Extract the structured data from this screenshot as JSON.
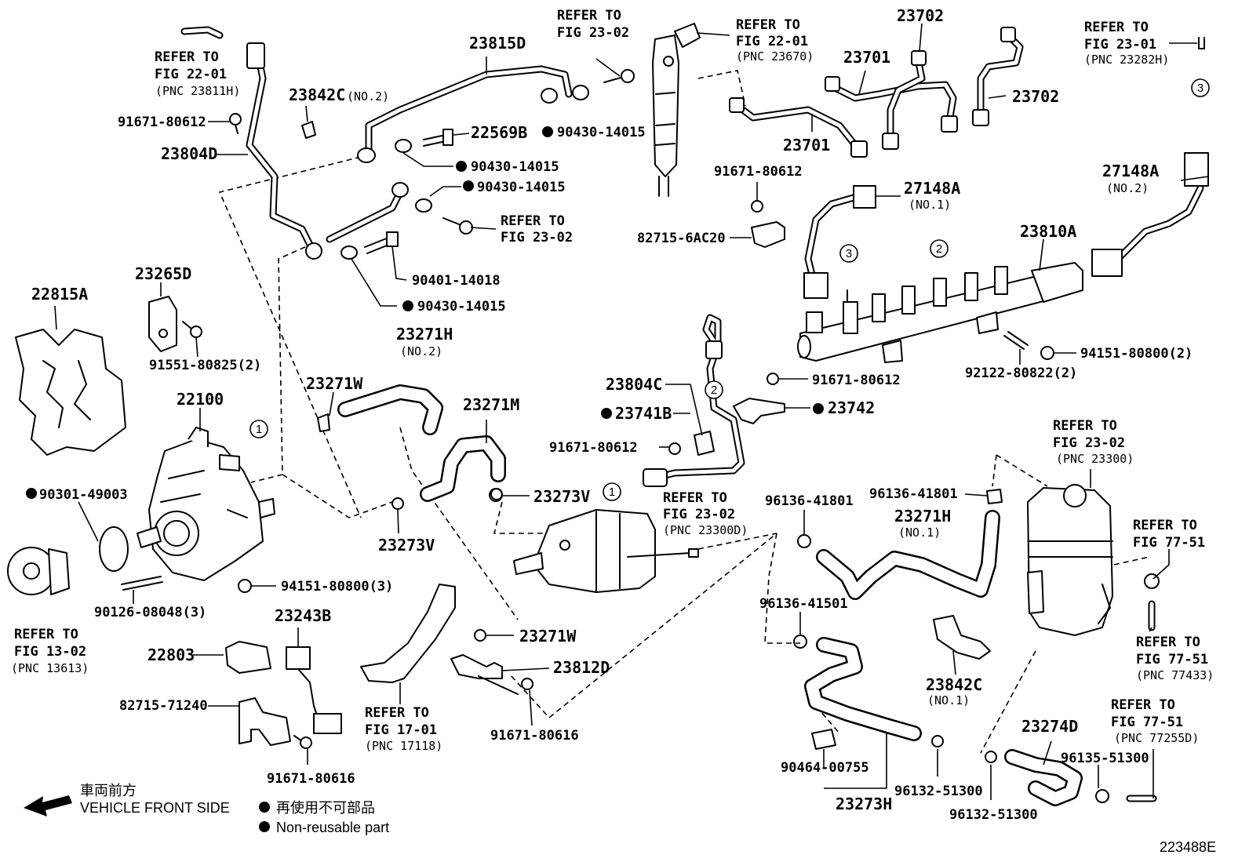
{
  "labels": {
    "l_22815A": "22815A",
    "l_23265D": "23265D",
    "l_91551": "91551-80825(2)",
    "l_22100": "22100",
    "l_90301": "90301-49003",
    "l_90126": "90126-08048(3)",
    "l_94151_3": "94151-80800(3)",
    "l_refer_1302_a": "REFER TO",
    "l_refer_1302_b": "FIG 13-02",
    "l_refer_1302_c": "(PNC 13613)",
    "l_22803": "22803",
    "l_23243B": "23243B",
    "l_82715_71240": "82715-71240",
    "l_91671_80616_a": "91671-80616",
    "l_refer_2201_a": "REFER TO",
    "l_refer_2201_b": "FIG 22-01",
    "l_refer_2201_c": "(PNC 23811H)",
    "l_91671_80612_a": "91671-80612",
    "l_23804D": "23804D",
    "l_23842C_no2": "23842C",
    "l_23842C_no2_s": "(NO.2)",
    "l_23815D": "23815D",
    "l_refer_2302_top_a": "REFER TO",
    "l_refer_2302_top_b": "FIG 23-02",
    "l_22569B": "22569B",
    "l_90430_a": "90430-14015",
    "l_90430_b": "90430-14015",
    "l_90430_c": "90430-14015",
    "l_90430_d": "90430-14015",
    "l_refer_2302_mid_a": "REFER TO",
    "l_refer_2302_mid_b": "FIG 23-02",
    "l_90401": "90401-14018",
    "l_23271H_no2": "23271H",
    "l_23271H_no2_s": "(NO.2)",
    "l_23271W_a": "23271W",
    "l_23271M": "23271M",
    "l_23273V_a": "23273V",
    "l_23273V_b": "23273V",
    "l_refer_1701_a": "REFER TO",
    "l_refer_1701_b": "FIG 17-01",
    "l_refer_1701_c": "(PNC 17118)",
    "l_23271W_b": "23271W",
    "l_23812D": "23812D",
    "l_91671_80616_b": "91671-80616",
    "l_refer_2201_inj_a": "REFER TO",
    "l_refer_2201_inj_b": "FIG 22-01",
    "l_refer_2201_inj_c": "(PNC 23670)",
    "l_23702_a": "23702",
    "l_23701_a": "23701",
    "l_23701_b": "23701",
    "l_23702_b": "23702",
    "l_refer_2301_a": "REFER TO",
    "l_refer_2301_b": "FIG 23-01",
    "l_refer_2301_c": "(PNC 23282H)",
    "l_91671_80612_b": "91671-80612",
    "l_82715_6AC20": "82715-6AC20",
    "l_27148A_no1": "27148A",
    "l_27148A_no1_s": "(NO.1)",
    "l_27148A_no2": "27148A",
    "l_27148A_no2_s": "(NO.2)",
    "l_23810A": "23810A",
    "l_92122": "92122-80822(2)",
    "l_94151_2": "94151-80800(2)",
    "l_91671_80612_c": "91671-80612",
    "l_23742": "23742",
    "l_23804C": "23804C",
    "l_23741B": "23741B",
    "l_91671_80612_d": "91671-80612",
    "l_refer_2302_pump_a": "REFER TO",
    "l_refer_2302_pump_b": "FIG 23-02",
    "l_refer_2302_pump_c": "(PNC 23300D)",
    "l_96136_41801_a": "96136-41801",
    "l_96136_41801_b": "96136-41801",
    "l_23271H_no1": "23271H",
    "l_23271H_no1_s": "(NO.1)",
    "l_96136_41501": "96136-41501",
    "l_refer_2302_filter_a": "REFER TO",
    "l_refer_2302_filter_b": "FIG 23-02",
    "l_refer_2302_filter_c": "(PNC 23300)",
    "l_refer_7751_a_a": "REFER TO",
    "l_refer_7751_a_b": "FIG 77-51",
    "l_refer_7751_b_a": "REFER TO",
    "l_refer_7751_b_b": "FIG 77-51",
    "l_refer_7751_b_c": "(PNC 77433)",
    "l_23842C_no1": "23842C",
    "l_23842C_no1_s": "(NO.1)",
    "l_refer_7751_c_a": "REFER TO",
    "l_refer_7751_c_b": "FIG 77-51",
    "l_refer_7751_c_c": "(PNC 77255D)",
    "l_23274D": "23274D",
    "l_96135": "96135-51300",
    "l_90464": "90464-00755",
    "l_96132_a": "96132-51300",
    "l_96132_b": "96132-51300",
    "l_23273H": "23273H"
  },
  "callouts": {
    "one": "1",
    "two": "2",
    "three": "3"
  },
  "legend": {
    "front_jp": "車両前方",
    "front_en": "VEHICLE FRONT SIDE",
    "nonreuse_jp": "再使用不可部品",
    "nonreuse_en": "Non-reusable part"
  },
  "figure_id": "223488E"
}
